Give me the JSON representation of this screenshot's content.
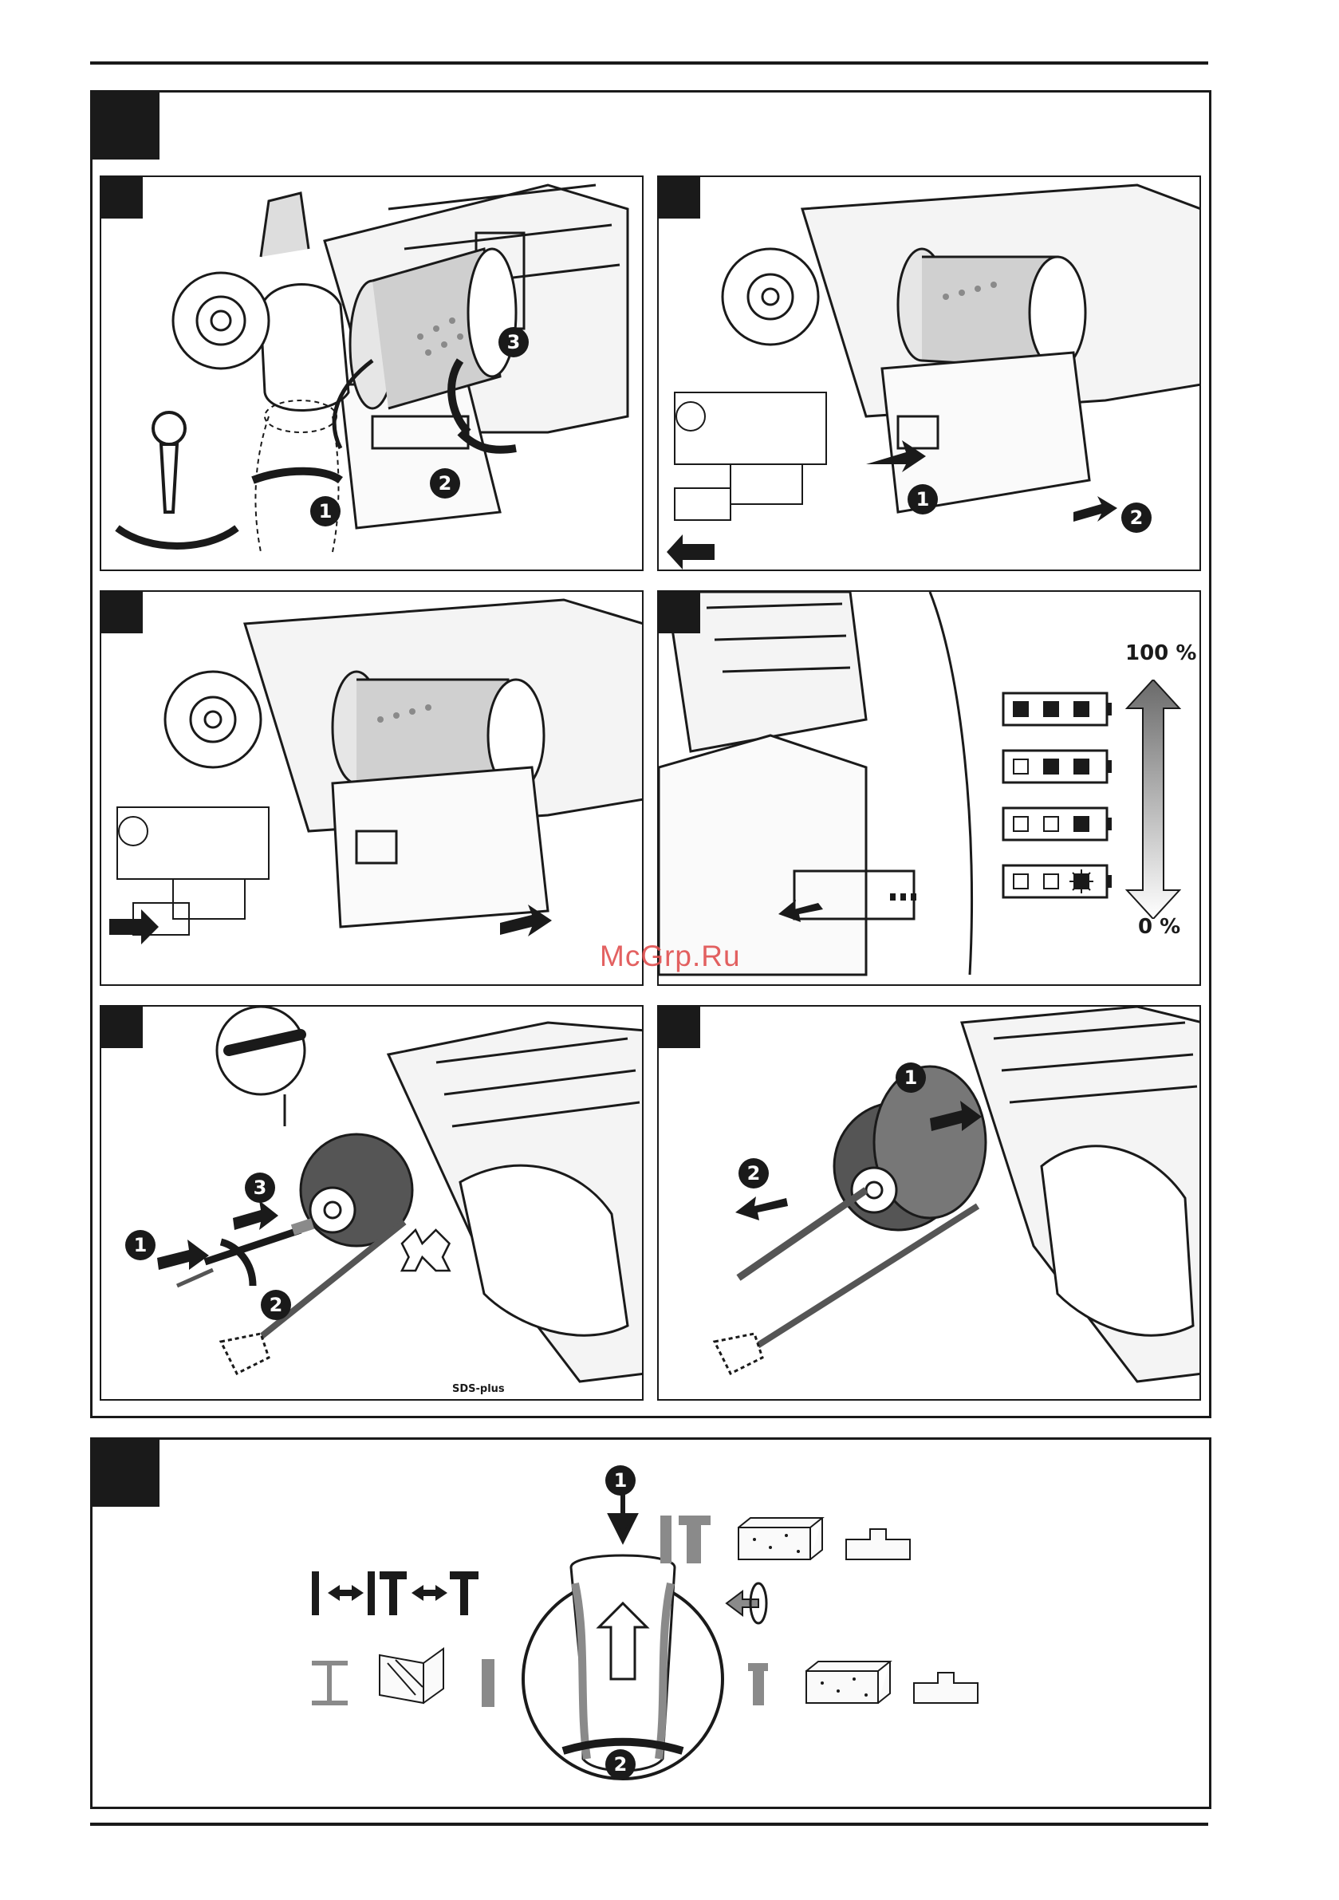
{
  "battery_indicator": {
    "max_label": "100 %",
    "min_label": "0 %",
    "levels": [
      {
        "name": "full",
        "filled": 3
      },
      {
        "name": "two-thirds",
        "filled": 2
      },
      {
        "name": "one-third",
        "filled": 1
      },
      {
        "name": "empty-blinking",
        "filled": 0
      }
    ]
  },
  "panels": {
    "handle": {
      "steps": [
        "1",
        "2",
        "3"
      ]
    },
    "battery_remove": {
      "steps": [
        "1",
        "2"
      ]
    },
    "bit_insert": {
      "steps": [
        "1",
        "2",
        "3"
      ],
      "logo": "SDS-plus"
    },
    "bit_remove": {
      "steps": [
        "1",
        "2"
      ]
    },
    "mode_selector": {
      "steps": [
        "1",
        "2"
      ]
    }
  },
  "watermark": "McGrp.Ru",
  "colors": {
    "ink": "#1a1a1a",
    "gray": "#8a8a8a",
    "watermark": "#e05050"
  }
}
